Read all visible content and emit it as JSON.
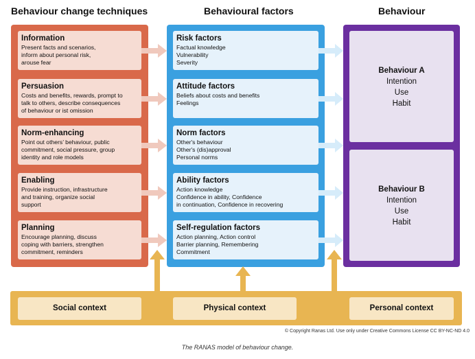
{
  "headings": {
    "techniques": "Behaviour change techniques",
    "factors": "Behavioural factors",
    "behaviour": "Behaviour"
  },
  "techniques": [
    {
      "title": "Information",
      "text": "Present facts and scenarios,\ninform about personal risk,\narouse fear"
    },
    {
      "title": "Persuasion",
      "text": "Costs and benefits, rewards, prompt to\ntalk to others, describe consequences\nof behaviour or ist omission"
    },
    {
      "title": "Norm-enhancing",
      "text": "Point out others’ behaviour, public\ncommitment, social pressure, group\nidentity and role models"
    },
    {
      "title": "Enabling",
      "text": "Provide instruction, infrastructure\nand training, organize social\nsupport"
    },
    {
      "title": "Planning",
      "text": "Encourage planning, discuss\ncoping with barriers, strengthen\ncommitment, reminders"
    }
  ],
  "factors": [
    {
      "title": "Risk factors",
      "text": "Factual knowledge\nVulnerability\nSeverity"
    },
    {
      "title": "Attitude factors",
      "text": "Beliefs about costs and benefits\nFeelings"
    },
    {
      "title": "Norm factors",
      "text": "Other's behaviour\nOther's (dis)approval\nPersonal norms"
    },
    {
      "title": "Ability factors",
      "text": "Action knowledge\nConfidence in ability, Confidence\nin continuation, Confidence in recovering"
    },
    {
      "title": "Self-regulation factors",
      "text": "Action planning, Action control\nBarrier planning, Remembering\nCommitment"
    }
  ],
  "behaviours": [
    {
      "title": "Behaviour A",
      "lines": [
        "Intention",
        "Use",
        "Habit"
      ]
    },
    {
      "title": "Behaviour B",
      "lines": [
        "Intention",
        "Use",
        "Habit"
      ]
    }
  ],
  "contexts": [
    "Social context",
    "Physical context",
    "Personal context"
  ],
  "copyright": "© Copyright Ranas Ltd. Use only under Creative Commons License CC BY-NC-ND 4.0",
  "caption": "The RANAS model of behaviour change.",
  "colors": {
    "techniques_panel": "#d9694a",
    "factors_panel": "#3aa0e0",
    "behaviour_panel": "#6b2fa0",
    "context_bar": "#e8b552",
    "arrow": "#f0c9bd",
    "up_arrow": "#e8b552"
  }
}
